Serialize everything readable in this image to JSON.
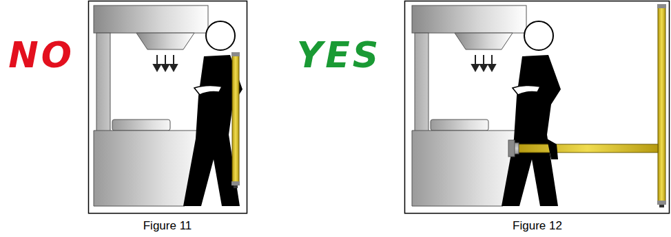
{
  "diagram": {
    "labels": [
      "NO",
      "Figure 11",
      "YES",
      "Figure 12"
    ]
  }
}
